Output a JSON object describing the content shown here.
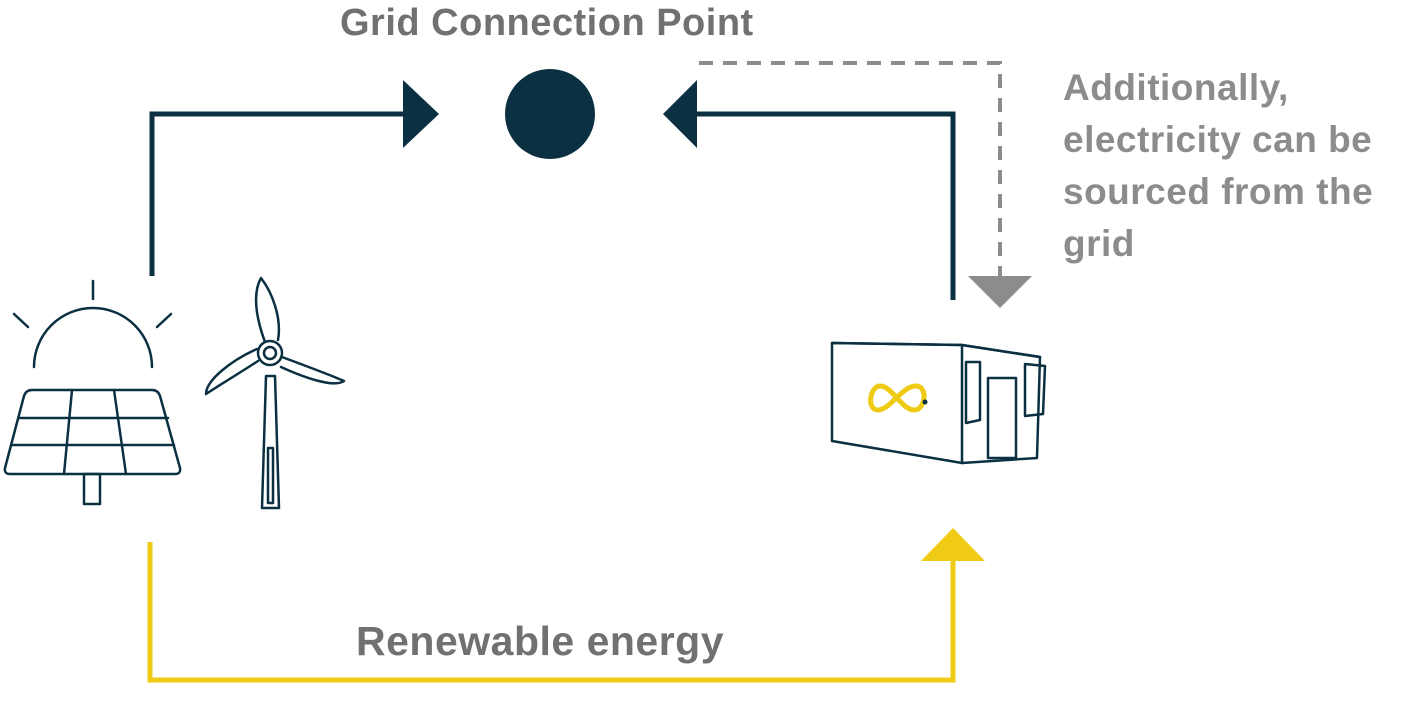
{
  "diagram": {
    "title": "Grid Connection Point",
    "note_lines": [
      "Additionally,",
      "electricity can be",
      "sourced from the",
      "grid"
    ],
    "flow_label": "Renewable energy"
  },
  "colors": {
    "navy": "#0b3042",
    "gray_text": "#717171",
    "note_text": "#8c8c8c",
    "dashed_gray": "#8c8c8c",
    "yellow": "#f0cb16"
  },
  "icons": {
    "solar": "solar-panel-icon",
    "wind": "wind-turbine-icon",
    "battery": "battery-storage-icon",
    "grid": "grid-point-icon"
  }
}
